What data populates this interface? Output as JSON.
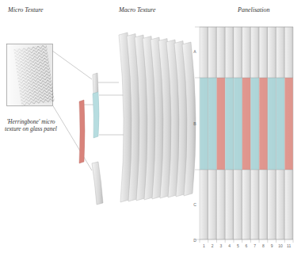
{
  "diagram": {
    "nodes": [
      {
        "text": [
          "'Herringbone' micro texture on glass panel"
        ]
      }
    ],
    "labels": [
      "Micro Texture",
      "Macro Texture",
      "Panelisation",
      "A",
      "B",
      "C",
      "D",
      "1",
      "2",
      "3",
      "4",
      "5",
      "6",
      "7",
      "8",
      "9",
      "10",
      "11"
    ]
  }
}
